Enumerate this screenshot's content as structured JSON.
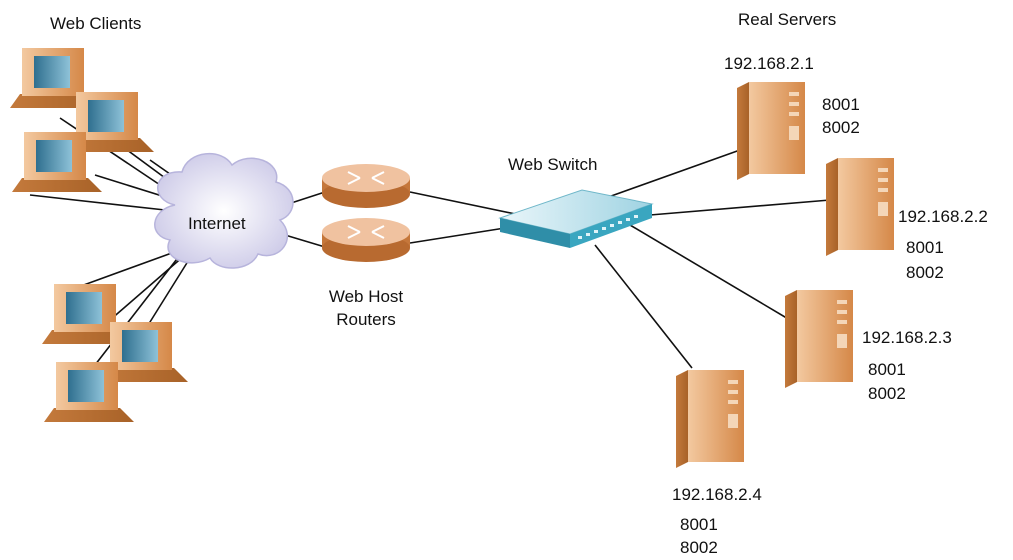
{
  "labels": {
    "web_clients": "Web Clients",
    "real_servers": "Real Servers",
    "internet": "Internet",
    "web_switch": "Web Switch",
    "routers_line1": "Web Host",
    "routers_line2": "Routers"
  },
  "servers": [
    {
      "ip": "192.168.2.1",
      "ports": [
        "8001",
        "8002"
      ]
    },
    {
      "ip": "192.168.2.2",
      "ports": [
        "8001",
        "8002"
      ]
    },
    {
      "ip": "192.168.2.3",
      "ports": [
        "8001",
        "8002"
      ]
    },
    {
      "ip": "192.168.2.4",
      "ports": [
        "8001",
        "8002"
      ]
    }
  ],
  "colors": {
    "device_orange": "#e8a468",
    "device_orange_dark": "#c07838",
    "screen_blue": "#4f8fa8",
    "switch_teal": "#3aa6c0",
    "cloud_lavender": "#d9d7ee",
    "link_black": "#111111"
  }
}
